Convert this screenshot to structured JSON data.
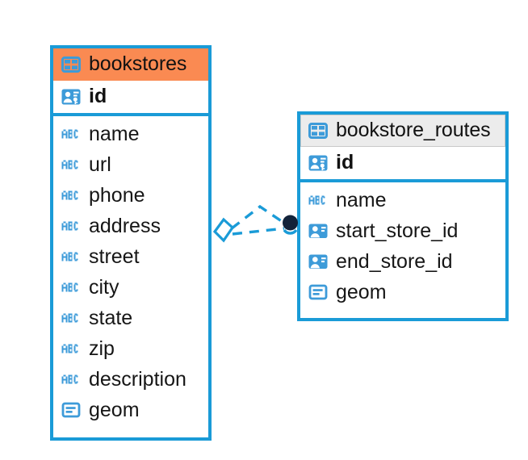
{
  "diagram": {
    "kind": "entity-relationship-diagram",
    "colors": {
      "border_blue": "#1a9bd7",
      "header_selected": "#fa8a52",
      "header_plain": "#ececec",
      "icon_blue": "#3d9bd9",
      "connector_blue": "#1a9bd7",
      "connector_endpoint_dark": "#13233a",
      "text": "#141414",
      "background": "#ffffff"
    },
    "tables": [
      {
        "name": "bookstores",
        "selected": true,
        "header_icon": "table-icon",
        "primary_key": {
          "label": "id",
          "icon": "primary-key-icon"
        },
        "fields": [
          {
            "label": "name",
            "icon": "text-type-icon"
          },
          {
            "label": "url",
            "icon": "text-type-icon"
          },
          {
            "label": "phone",
            "icon": "text-type-icon"
          },
          {
            "label": "address",
            "icon": "text-type-icon"
          },
          {
            "label": "street",
            "icon": "text-type-icon"
          },
          {
            "label": "city",
            "icon": "text-type-icon"
          },
          {
            "label": "state",
            "icon": "text-type-icon"
          },
          {
            "label": "zip",
            "icon": "text-type-icon"
          },
          {
            "label": "description",
            "icon": "text-type-icon"
          },
          {
            "label": "geom",
            "icon": "geometry-type-icon"
          }
        ]
      },
      {
        "name": "bookstore_routes",
        "selected": false,
        "header_icon": "table-icon",
        "primary_key": {
          "label": "id",
          "icon": "primary-key-icon"
        },
        "fields": [
          {
            "label": "name",
            "icon": "text-type-icon"
          },
          {
            "label": "start_store_id",
            "icon": "foreign-key-icon"
          },
          {
            "label": "end_store_id",
            "icon": "foreign-key-icon"
          },
          {
            "label": "geom",
            "icon": "geometry-type-icon"
          }
        ]
      }
    ],
    "relationship": {
      "from_table": "bookstores",
      "to_table": "bookstore_routes",
      "line_style": "dashed",
      "source_endpoint": "hollow-diamond-endpoint",
      "target_endpoint": "filled-circle-endpoint"
    }
  }
}
